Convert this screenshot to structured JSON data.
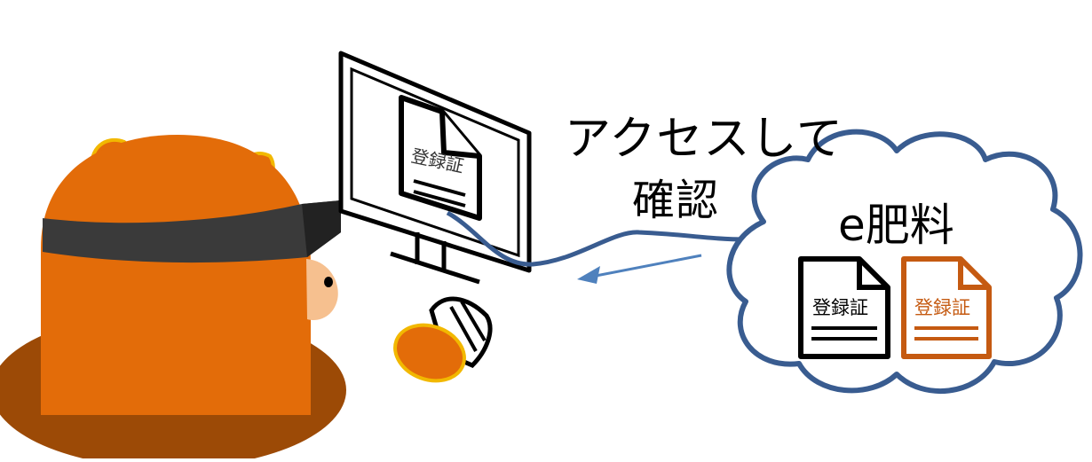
{
  "caption": {
    "line1": "アクセスして",
    "line2": "確認"
  },
  "service": {
    "name": "e肥料"
  },
  "documents": {
    "monitor_doc": "登録証",
    "cloud_doc_black": "登録証",
    "cloud_doc_orange": "登録証"
  },
  "colors": {
    "mascot_orange": "#e36c09",
    "mascot_shadow": "#9c4a06",
    "mascot_ear_outline": "#f2b800",
    "goggle_band": "#3a3a3a",
    "cloud_outline": "#395c90",
    "arrow": "#4f81bd",
    "doc_black": "#000000",
    "doc_orange": "#c55a11",
    "skin": "#f6c08f"
  },
  "icons": [
    "mascot-character",
    "computer-monitor-icon",
    "document-icon",
    "cloud-icon",
    "mouse-icon",
    "arrow-icon"
  ]
}
